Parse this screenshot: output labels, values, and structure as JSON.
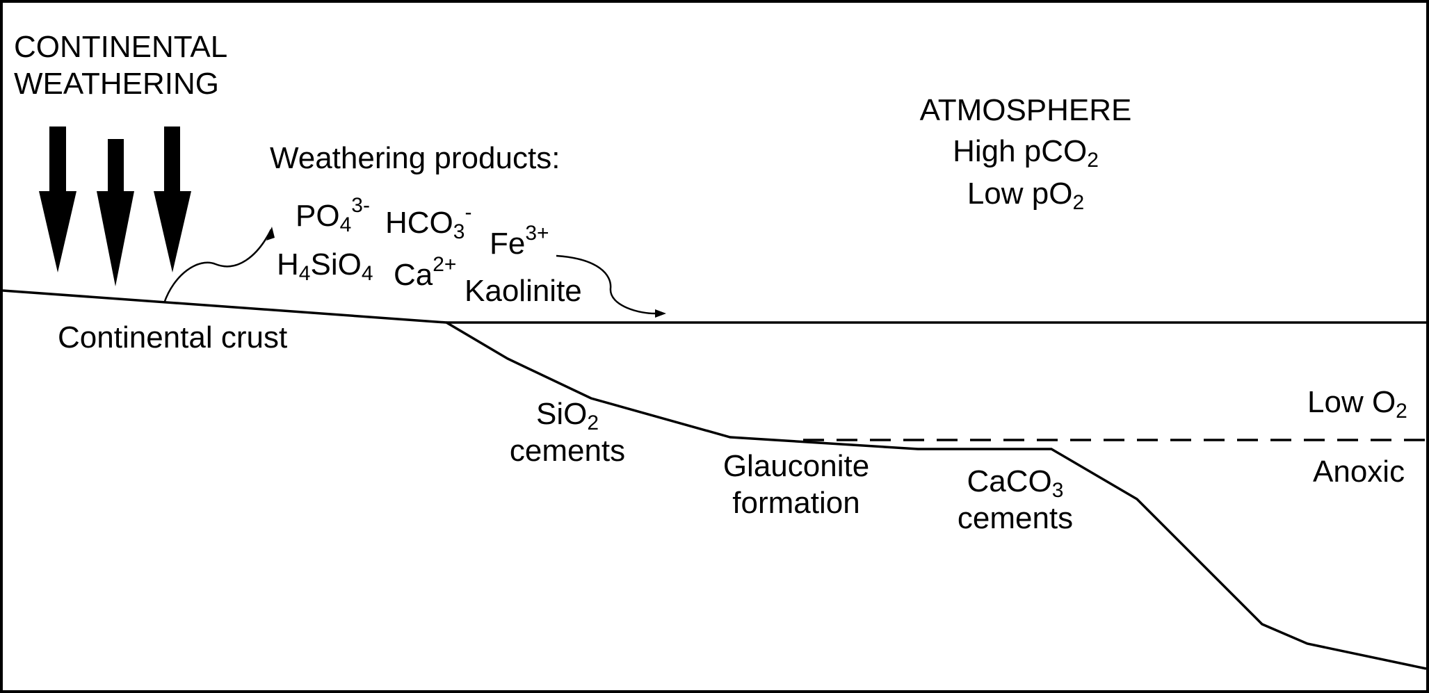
{
  "title": {
    "line1": "CONTINENTAL",
    "line2": "WEATHERING"
  },
  "atmosphere": {
    "label": "ATMOSPHERE",
    "pco2_prefix": "High pCO",
    "pco2_sub": "2",
    "po2_prefix": "Low pO",
    "po2_sub": "2"
  },
  "weathering_products": {
    "heading": "Weathering products:",
    "po4": "PO",
    "po4_sub": "4",
    "po4_sup": "3-",
    "hco3": "HCO",
    "hco3_sub": "3",
    "hco3_sup": "-",
    "fe": "Fe",
    "fe_sup": "3+",
    "h4sio4_a": "H",
    "h4sio4_sub1": "4",
    "h4sio4_b": "SiO",
    "h4sio4_sub2": "4",
    "ca": "Ca",
    "ca_sup": "2+",
    "kaolinite": "Kaolinite"
  },
  "continental_crust": "Continental crust",
  "sio2_cements": {
    "formula": "SiO",
    "formula_sub": "2",
    "word": "cements"
  },
  "glauconite": {
    "line1": "Glauconite",
    "line2": "formation"
  },
  "caco3_cements": {
    "formula": "CaCO",
    "formula_sub": "3",
    "word": "cements"
  },
  "ocean_zones": {
    "low_o2": "Low O",
    "low_o2_sub": "2",
    "anoxic": "Anoxic"
  }
}
